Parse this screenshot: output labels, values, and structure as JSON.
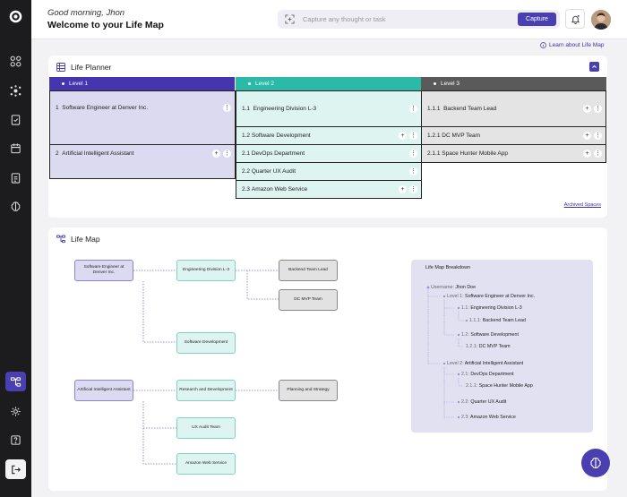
{
  "header": {
    "greeting": "Good morning, Jhon",
    "welcome": "Welcome to your Life Map",
    "capture_placeholder": "Capture any thought or task",
    "capture_button": "Capture"
  },
  "learn_link": "Learn about Life Map",
  "sidebar": {
    "items": [
      {
        "name": "grid-icon"
      },
      {
        "name": "network-icon"
      },
      {
        "name": "clipboard-check-icon"
      },
      {
        "name": "calendar-icon"
      },
      {
        "name": "clipboard-list-icon"
      },
      {
        "name": "brain-icon"
      },
      {
        "name": "life-map-icon",
        "active": true
      },
      {
        "name": "gear-icon"
      },
      {
        "name": "help-icon"
      },
      {
        "name": "logout-icon"
      }
    ]
  },
  "life_planner": {
    "title": "Life Planner",
    "levels": [
      "Level 1",
      "Level 2",
      "Level 3"
    ],
    "level_colors": [
      "#4536b0",
      "#2bb9a8",
      "#5a5a5a"
    ],
    "level1": [
      {
        "num": "1",
        "label": "Software Engineer at Denver Inc."
      },
      {
        "num": "2",
        "label": "Artificial Intelligent Assistant"
      }
    ],
    "level2": [
      {
        "num": "1.1",
        "label": "Engineering Division L-3"
      },
      {
        "num": "1.2",
        "label": "Software Development"
      },
      {
        "num": "2.1",
        "label": "DevOps Department"
      },
      {
        "num": "2.2",
        "label": "Quarter UX Audit"
      },
      {
        "num": "2.3",
        "label": "Amazon Web Service"
      }
    ],
    "level3": [
      {
        "num": "1.1.1",
        "label": "Backend Team Lead"
      },
      {
        "num": "1.2.1",
        "label": "DC MVP Team"
      },
      {
        "num": "2.1.1",
        "label": "Space Hunter Mobile App"
      }
    ],
    "archived_link": "Archived Spaces"
  },
  "life_map": {
    "title": "Life Map",
    "nodes": {
      "n_se": "Software Engineer at Denver Inc.",
      "n_ai": "Artificial Intelligent Assistant",
      "n_eng": "Engineering Division L-3",
      "n_sd": "Software Development",
      "n_rd": "Research and Development",
      "n_ux": "UX Audit Team",
      "n_aws": "Amazon Web Service",
      "n_btl": "Backend Team Lead",
      "n_dc": "DC MVP Team",
      "n_ps": "Planning and Strategy"
    },
    "breakdown": {
      "title": "Life Map Breakdown",
      "username_key": "Username:",
      "username": "Jhon Doe",
      "items": [
        {
          "k": "Level 1:",
          "v": "Software Engineer at Denver Inc."
        },
        {
          "k": "1.1:",
          "v": "Engineering Division L-3"
        },
        {
          "k": "1.1.1:",
          "v": "Backend Team Lead"
        },
        {
          "k": "1.2:",
          "v": "Software Development"
        },
        {
          "k": "1.2.1:",
          "v": "DC MVP Team"
        },
        {
          "k": "Level 2:",
          "v": "Artificial Intelligent Assistant"
        },
        {
          "k": "2.1:",
          "v": "DevOps Department"
        },
        {
          "k": "2.1.1:",
          "v": "Space Hunter Mobile App"
        },
        {
          "k": "2.2:",
          "v": "Quarter UX Audit"
        },
        {
          "k": "2.3:",
          "v": "Amazon Web Service"
        }
      ]
    }
  },
  "colors": {
    "accent": "#4a3fb0",
    "teal": "#2bb9a8",
    "sidebar": "#1c1c1e"
  }
}
